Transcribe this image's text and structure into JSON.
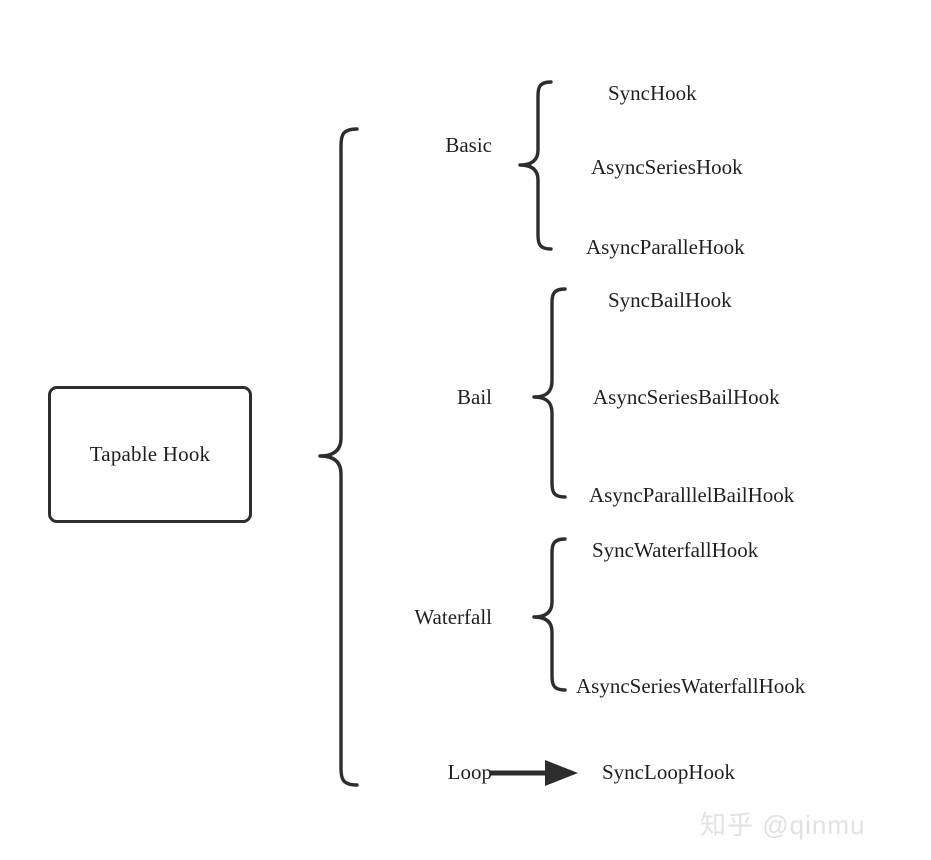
{
  "diagram": {
    "root": {
      "label": "Tapable Hook"
    },
    "groups": [
      {
        "label": "Basic",
        "connector": "brace",
        "children": [
          {
            "label": "SyncHook"
          },
          {
            "label": "AsyncSeriesHook"
          },
          {
            "label": "AsyncParalleHook"
          }
        ]
      },
      {
        "label": "Bail",
        "connector": "brace",
        "children": [
          {
            "label": "SyncBailHook"
          },
          {
            "label": "AsyncSeriesBailHook"
          },
          {
            "label": "AsyncParalllelBailHook"
          }
        ]
      },
      {
        "label": "Waterfall",
        "connector": "brace",
        "children": [
          {
            "label": "SyncWaterfallHook"
          },
          {
            "label": "AsyncSeriesWaterfallHook"
          }
        ]
      },
      {
        "label": "Loop",
        "connector": "arrow",
        "children": [
          {
            "label": "SyncLoopHook"
          }
        ]
      }
    ]
  },
  "watermark": {
    "text": "知乎 @qinmu"
  },
  "colors": {
    "stroke": "#2d2d2d",
    "text": "#1f1f1f",
    "background": "#ffffff",
    "watermark": "#e2e2e2"
  }
}
